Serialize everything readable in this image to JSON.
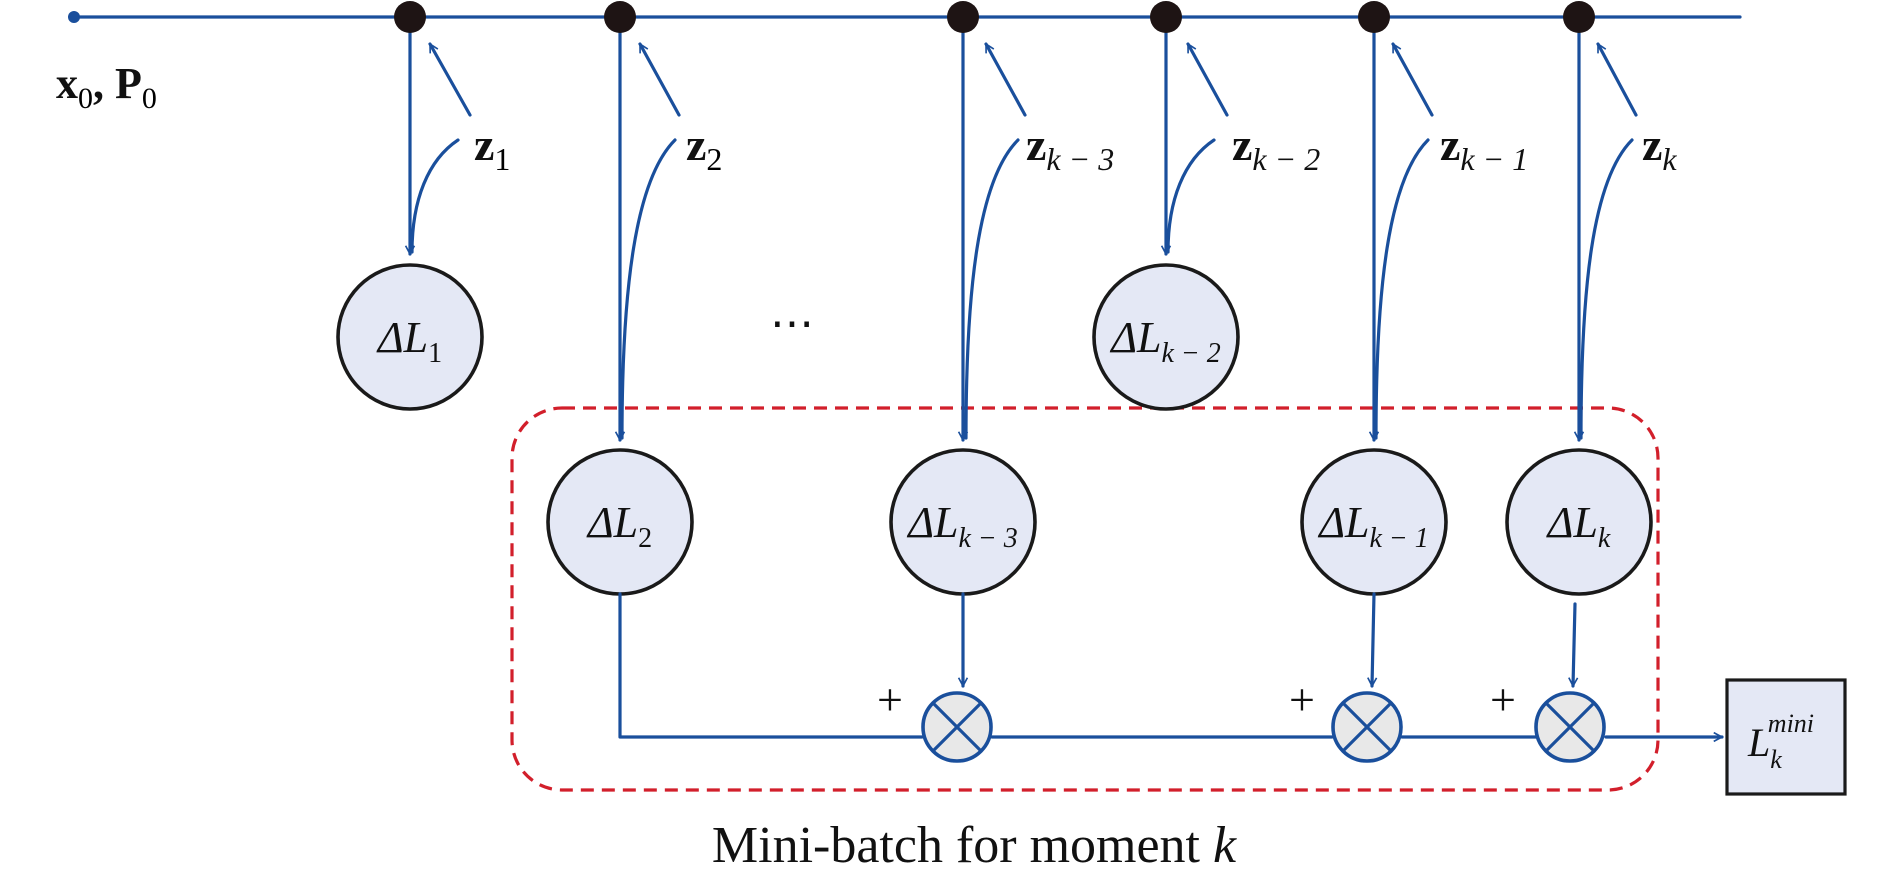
{
  "initial": {
    "x_base": "x",
    "x_sub": "0",
    "sep": ", ",
    "p_base": "P",
    "p_sub": "0"
  },
  "measurements": [
    {
      "base": "z",
      "sub": "1"
    },
    {
      "base": "z",
      "sub": "2"
    },
    {
      "base": "z",
      "sub": "k − 3"
    },
    {
      "base": "z",
      "sub": "k − 2"
    },
    {
      "base": "z",
      "sub": "k − 1"
    },
    {
      "base": "z",
      "sub": "k"
    }
  ],
  "loss_nodes": [
    {
      "base": "ΔL",
      "sub": "1"
    },
    {
      "base": "ΔL",
      "sub": "2"
    },
    {
      "base": "ΔL",
      "sub": "k − 3"
    },
    {
      "base": "ΔL",
      "sub": "k − 2"
    },
    {
      "base": "ΔL",
      "sub": "k − 1"
    },
    {
      "base": "ΔL",
      "sub": "k"
    }
  ],
  "ellipsis": "⋯",
  "plus_sign": "+",
  "output": {
    "base": "L",
    "sub": "k",
    "sup": "mini"
  },
  "caption": {
    "text": "Mini-batch for moment ",
    "var": "k"
  },
  "colors": {
    "wire": "#1a4f9c",
    "node_fill": "#e4e8f5",
    "dashed_box": "#d21f2b",
    "junction": "#1e1414"
  }
}
